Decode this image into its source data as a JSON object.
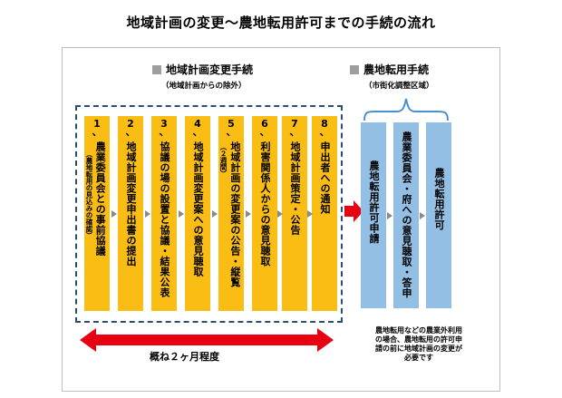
{
  "title": "地域計画の変更〜農地転用許可までの手続の流れ",
  "left_section": {
    "heading": "地域計画変更手続",
    "subheading": "（地域計画からの除外）"
  },
  "right_section": {
    "heading": "農地転用手続",
    "subheading": "（市街化調整区域）"
  },
  "steps": [
    {
      "num": "1",
      "label": "農業委員会との事前協議",
      "note": "（農地転用の見込みの確認）"
    },
    {
      "num": "2",
      "label": "地域計画変更申出書の提出",
      "note": ""
    },
    {
      "num": "3",
      "label": "協議の場の設置と協議・結果公表",
      "note": ""
    },
    {
      "num": "4",
      "label": "地域計画変更案への意見聴取",
      "note": ""
    },
    {
      "num": "5",
      "label": "地域計画の変更案の公告・縦覧",
      "note": "（２週間）"
    },
    {
      "num": "6",
      "label": "利害関係人からの意見聴取",
      "note": ""
    },
    {
      "num": "7",
      "label": "地域計画策定・公告",
      "note": ""
    },
    {
      "num": "8",
      "label": "申出者への通知",
      "note": ""
    }
  ],
  "conversion_steps": [
    {
      "label": "農地転用許可申請"
    },
    {
      "label": "農業委員会・府への意見聴取・答申"
    },
    {
      "label": "農地転用許可"
    }
  ],
  "duration_label": "概ね２ヶ月程度",
  "note_lines": [
    "農地転用などの農業外利用",
    "の場合、農地転用の許可申",
    "請の前に地域計画の変更が",
    "必要です"
  ],
  "colors": {
    "step_fill": "#f9bd14",
    "conversion_fill": "#94bfe5",
    "dashed_border": "#2a4f74",
    "accent_arrow": "#e60012",
    "bracket": "#4a90d0"
  }
}
